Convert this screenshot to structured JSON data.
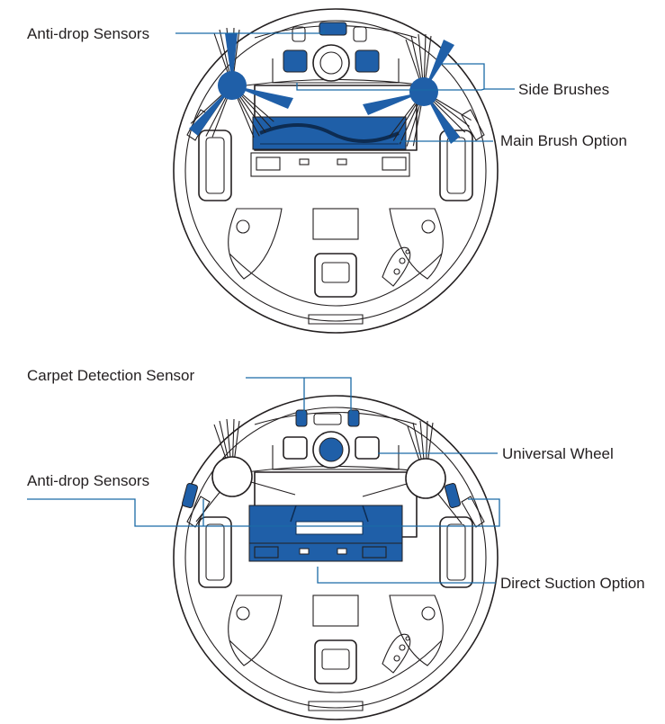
{
  "colors": {
    "outline": "#231f20",
    "accent_blue": "#1f5fa8",
    "callout_line": "#1a6aa6",
    "background": "#ffffff"
  },
  "top_diagram": {
    "labels": {
      "anti_drop_sensors": "Anti-drop Sensors",
      "side_brushes": "Side Brushes",
      "main_brush_option": "Main Brush Option"
    }
  },
  "bottom_diagram": {
    "labels": {
      "carpet_detection_sensor": "Carpet Detection Sensor",
      "universal_wheel": "Universal Wheel",
      "anti_drop_sensors": "Anti-drop Sensors",
      "direct_suction_option": "Direct Suction Option"
    }
  }
}
